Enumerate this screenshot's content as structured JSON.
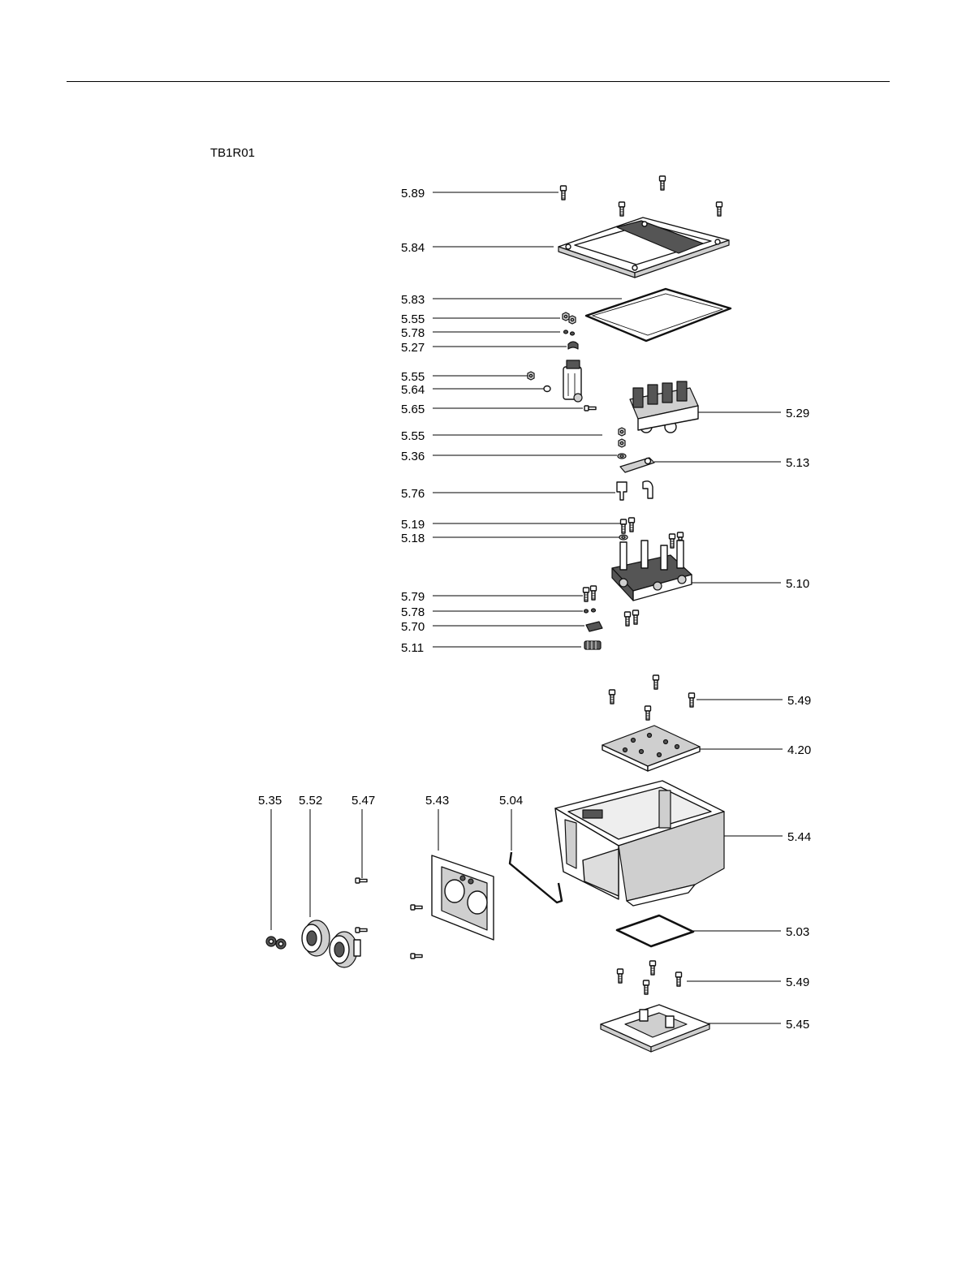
{
  "figure": {
    "id": "TB1R01"
  },
  "labels": [
    {
      "key": "l589",
      "text": "5.89"
    },
    {
      "key": "l584",
      "text": "5.84"
    },
    {
      "key": "l583",
      "text": "5.83"
    },
    {
      "key": "l555a",
      "text": "5.55"
    },
    {
      "key": "l578a",
      "text": "5.78"
    },
    {
      "key": "l527",
      "text": "5.27"
    },
    {
      "key": "l555b",
      "text": "5.55"
    },
    {
      "key": "l564",
      "text": "5.64"
    },
    {
      "key": "l565",
      "text": "5.65"
    },
    {
      "key": "l555c",
      "text": "5.55"
    },
    {
      "key": "l536",
      "text": "5.36"
    },
    {
      "key": "l576",
      "text": "5.76"
    },
    {
      "key": "l519",
      "text": "5.19"
    },
    {
      "key": "l518",
      "text": "5.18"
    },
    {
      "key": "l579",
      "text": "5.79"
    },
    {
      "key": "l578b",
      "text": "5.78"
    },
    {
      "key": "l570",
      "text": "5.70"
    },
    {
      "key": "l511",
      "text": "5.11"
    },
    {
      "key": "l529",
      "text": "5.29"
    },
    {
      "key": "l513",
      "text": "5.13"
    },
    {
      "key": "l510",
      "text": "5.10"
    },
    {
      "key": "l549a",
      "text": "5.49"
    },
    {
      "key": "l420",
      "text": "4.20"
    },
    {
      "key": "l544",
      "text": "5.44"
    },
    {
      "key": "l503",
      "text": "5.03"
    },
    {
      "key": "l549b",
      "text": "5.49"
    },
    {
      "key": "l545",
      "text": "5.45"
    },
    {
      "key": "l535",
      "text": "5.35"
    },
    {
      "key": "l552",
      "text": "5.52"
    },
    {
      "key": "l547",
      "text": "5.47"
    },
    {
      "key": "l543",
      "text": "5.43"
    },
    {
      "key": "l504",
      "text": "5.04"
    }
  ]
}
